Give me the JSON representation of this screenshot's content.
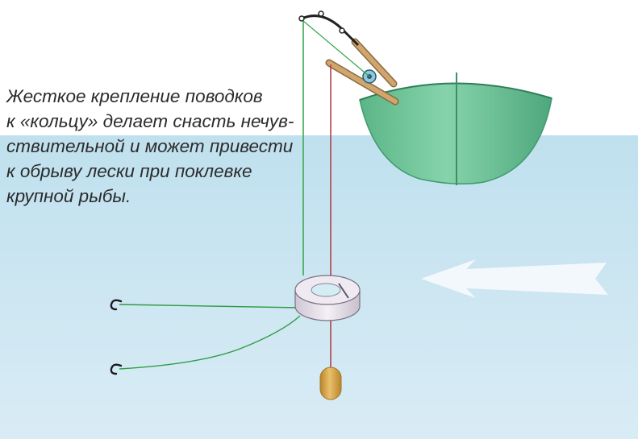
{
  "caption": {
    "lines": [
      "Жесткое крепление поводков",
      "к «кольцу» делает снасть нечув-",
      "ствительной и может привести",
      "к обрыву лески при поклевке",
      "крупной рыбы."
    ]
  },
  "colors": {
    "water_top": "#bfe0ee",
    "water_bottom": "#d9ecf5",
    "boat": "#6fc39a",
    "boat_dark": "#3f9a6e",
    "main_line": "#3aa84f",
    "weight_line": "#b0424a",
    "leader_line": "#2e9b44",
    "ring": "#ece6ee",
    "sinker": "#d9a744",
    "rod": "#c99a63",
    "current_arrow": "#f4f9fc"
  },
  "icons": {
    "boat": "boat-icon",
    "rod": "fishing-rod-icon",
    "ring": "ring-feeder-icon",
    "sinker": "sinker-weight-icon",
    "hook": "hook-icon",
    "current": "current-arrow-icon"
  }
}
